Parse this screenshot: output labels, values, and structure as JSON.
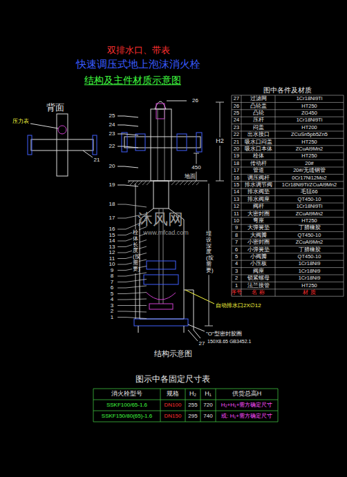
{
  "diagram": {
    "title": "快速调压式地上泡沫消火栓",
    "caption": "结构示意图",
    "labels": [
      "双排水口、带表",
      "结构及主件材质示意图",
      "背面",
      "压力表",
      "26",
      "25",
      "24",
      "23",
      "22",
      "21",
      "20",
      "19",
      "18",
      "17",
      "16",
      "15",
      "14",
      "13",
      "12",
      "11",
      "10",
      "9",
      "8",
      "7",
      "6",
      "5",
      "4",
      "3",
      "2",
      "1",
      "27",
      "H2",
      "450",
      "地面",
      "栓体长度(按需要)",
      "埋设深度(按需要)",
      "自动排水口2X∅12",
      "\"O\"型密封胶圈",
      "150X8.65 GB3452.1",
      "沐风网",
      "www.mfcad.com",
      "图中各件及材质",
      "27",
      "过滤网",
      "1Cr18Ni9Ti",
      "26",
      "凸轮盖",
      "HT250",
      "25",
      "凸轮",
      "ZG450",
      "24",
      "压杆",
      "1Cr18Ni9Ti",
      "23",
      "闷盖",
      "HT200",
      "22",
      "出水接口",
      "ZCuSn5pb5Zn5",
      "21",
      "吸水口闷盖",
      "HT250",
      "20",
      "吸水口本体",
      "ZCuAl9Mn2",
      "19",
      "栓体",
      "HT250",
      "18",
      "传动杆",
      "20#",
      "17",
      "管道",
      "20#/无缝钢管",
      "16",
      "调压阀杆",
      "0Cr17Ni12Mo2",
      "15",
      "排水调节阀",
      "1Cr18Ni9Ti/ZCuAl9Mn2",
      "14",
      "排水阀垫",
      "毛毡66",
      "13",
      "排水阀座",
      "QT450-10",
      "12",
      "阀杆",
      "1Cr18Ni9Ti",
      "11",
      "大密封圈",
      "ZCuAl9Mn2",
      "10",
      "弯座",
      "HT250",
      "9",
      "大弹簧垫",
      "丁腈橡胶",
      "8",
      "大阀瓣",
      "QT450-10",
      "7",
      "小密封圈",
      "ZCuAl9Mn2",
      "6",
      "小弹簧垫",
      "丁腈橡胶",
      "5",
      "小阀瓣",
      "QT450-10",
      "4",
      "小压板",
      "1Cr18Ni9",
      "3",
      "阀座",
      "1Cr18Ni9",
      "2",
      "锁紧螺母",
      "1Cr18Ni9",
      "1",
      "法兰接管",
      "HT250",
      "序号",
      "名 称",
      "材 质",
      "图示中各固定尺寸表",
      "消火栓型号",
      "规格",
      "H₂",
      "H₁",
      "供货总高H",
      "SSKF100/65-1.6",
      "DN100",
      "255",
      "720",
      "H₂+H₁+需方确定尺寸",
      "SSKF150/80(65)-1.6",
      "DN150",
      "295",
      "740",
      "或: H₁+需方确定尺寸"
    ]
  }
}
